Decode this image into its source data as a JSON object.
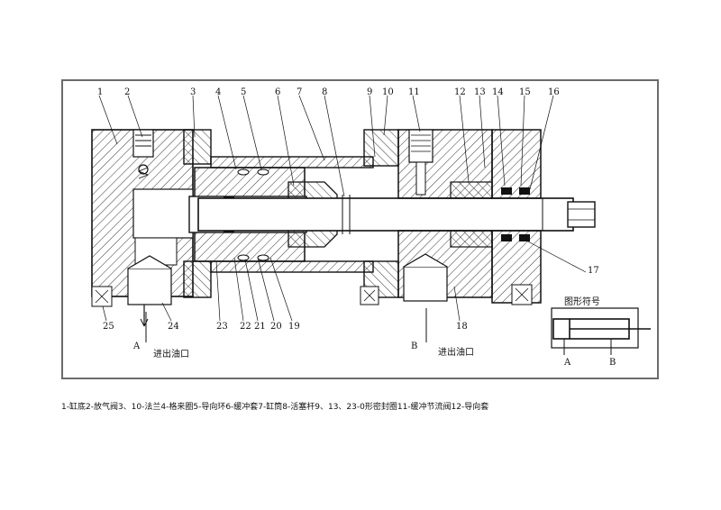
{
  "figure": {
    "callout_numbers": [
      "1",
      "2",
      "3",
      "4",
      "5",
      "6",
      "7",
      "8",
      "9",
      "10",
      "11",
      "12",
      "13",
      "14",
      "15",
      "16",
      "17",
      "18",
      "19",
      "20",
      "21",
      "22",
      "23",
      "24",
      "25"
    ],
    "port_letters": {
      "left": "A",
      "right": "B"
    },
    "port_labels": {
      "left": "进出油口",
      "right": "进出油口"
    },
    "symbol": {
      "title": "图形符号",
      "letter_a": "A",
      "letter_b": "B"
    },
    "colors": {
      "line": "#111111",
      "hatch": "#222222",
      "frame": "#6b6b6b"
    }
  },
  "caption": "1-缸底2-放气阀3、10-法兰4-格来圈5-导向环6-缓冲套7-缸筒8-活塞杆9、13、23-0形密封圈11-缓冲节流阀12-导向套"
}
